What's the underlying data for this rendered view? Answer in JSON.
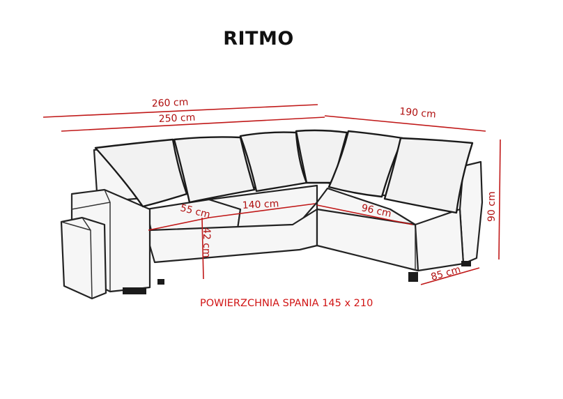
{
  "title": "RITMO",
  "caption": "POWIERZCHNIA SPANIA 145 x 210",
  "dimensions": {
    "total_length": "260 cm",
    "inner_length": "250 cm",
    "side_length": "190 cm",
    "height": "90 cm",
    "side_depth": "85 cm",
    "seat_depth": "55 cm",
    "seat_width": "140 cm",
    "corner_width": "96 cm",
    "seat_height": "42 cm"
  },
  "colors": {
    "dimension": "#c01818",
    "ink": "#222222",
    "title": "#111111"
  }
}
